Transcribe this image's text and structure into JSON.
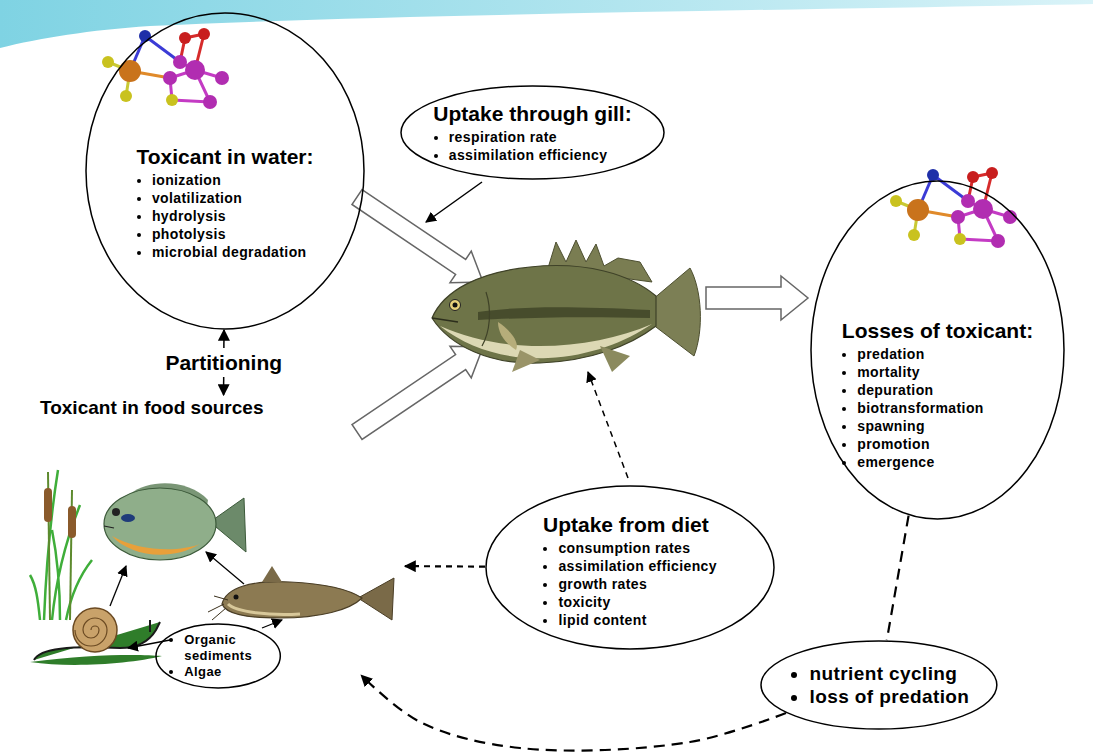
{
  "diagram": {
    "nodes": [
      {
        "text": [
          "Toxicant in water:",
          "ionization",
          "volatilization",
          "hydrolysis",
          "photolysis",
          "microbial degradation"
        ]
      },
      {
        "text": [
          "Uptake through gill:",
          "respiration rate",
          "assimilation efficiency"
        ]
      },
      {
        "text": [
          "Losses of toxicant:",
          "predation",
          "mortality",
          "depuration",
          "biotransformation",
          "spawning",
          "promotion",
          "emergence"
        ]
      },
      {
        "text": [
          "Toxicant in food sources"
        ]
      },
      {
        "text": [
          "Organic sediments",
          "Algae"
        ],
        "in": 3
      },
      {
        "text": [
          "Uptake from diet",
          "consumption rates",
          "assimilation efficiency",
          "growth rates",
          "toxicity",
          "lipid content"
        ]
      },
      {
        "text": [
          "nutrient cycling",
          "loss of predation"
        ]
      }
    ],
    "edges": [
      {
        "from": 0,
        "to": 3,
        "label": "Partitioning",
        "arrow": "both"
      },
      {
        "from": 5,
        "to": 3,
        "arrow": "to"
      },
      {
        "from": 6,
        "to": 3,
        "arrow": "to"
      },
      {
        "from": 2,
        "to": 6,
        "arrow": "none"
      }
    ]
  }
}
